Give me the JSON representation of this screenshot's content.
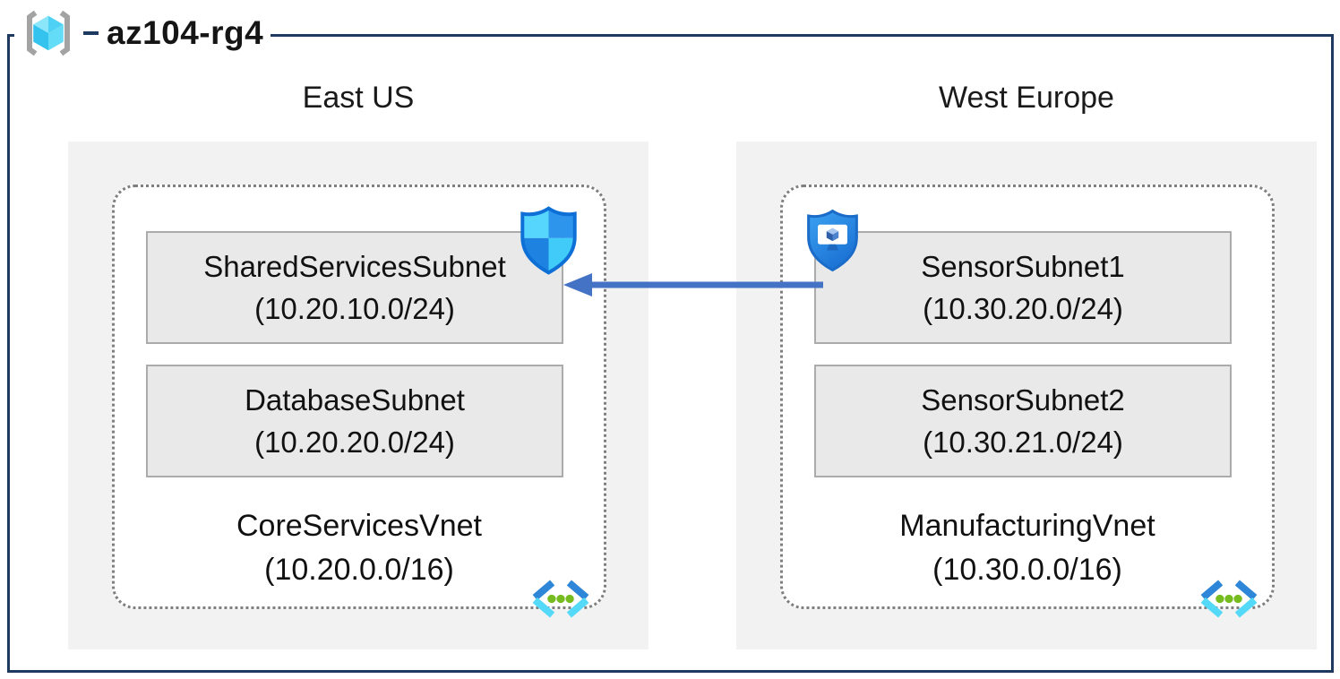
{
  "diagram": {
    "title": "az104-rg4"
  },
  "regions": [
    {
      "name": "East US",
      "vnet": {
        "name": "CoreServicesVnet",
        "cidr": "(10.20.0.0/16)",
        "subnets": [
          {
            "name": "SharedServicesSubnet",
            "cidr": "(10.20.10.0/24)"
          },
          {
            "name": "DatabaseSubnet",
            "cidr": "(10.20.20.0/24)"
          }
        ]
      }
    },
    {
      "name": "West Europe",
      "vnet": {
        "name": "ManufacturingVnet",
        "cidr": "(10.30.0.0/16)",
        "subnets": [
          {
            "name": "SensorSubnet1",
            "cidr": "(10.30.20.0/24)"
          },
          {
            "name": "SensorSubnet2",
            "cidr": "(10.30.21.0/24)"
          }
        ]
      }
    }
  ],
  "arrow": {
    "from": "SensorSubnet1",
    "to": "SharedServicesSubnet",
    "direction": "right-to-left",
    "color": "#4472C4"
  },
  "icons": {
    "title_icon": "resource-group-icon",
    "east_subnet_badge": "network-security-group-shield-icon",
    "west_subnet_badge": "application-security-group-shield-icon",
    "vnet_corner_icon": "virtual-network-icon"
  },
  "colors": {
    "frame_border": "#1F3A5F",
    "region_fill": "#F2F2F2",
    "subnet_fill": "#E9E9E9",
    "subnet_border": "#ABABAB",
    "vnet_dashed_border": "#7F7F7F",
    "arrow_blue": "#4472C4",
    "cyan_accent": "#54D5FC",
    "azure_blue": "#2E95EC"
  }
}
